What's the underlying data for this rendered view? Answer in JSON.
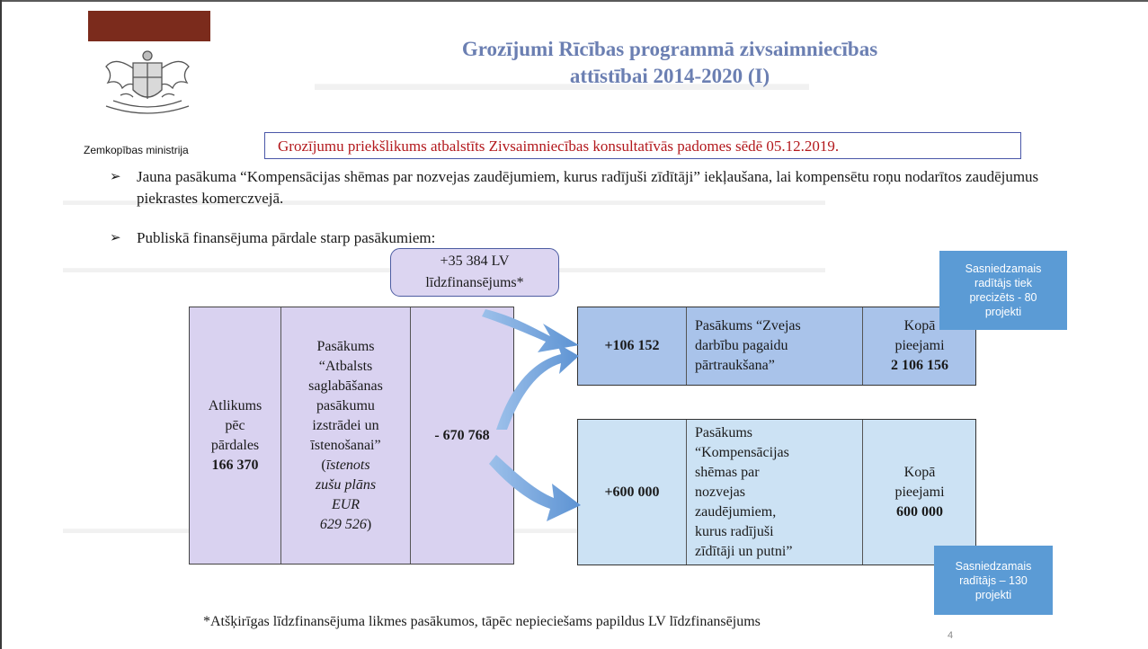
{
  "header": {
    "title_line1": "Grozījumi Rīcības programmā zivsaimniecības",
    "title_line2": "attīstībai 2014-2020 (I)",
    "ministry": "Zemkopības ministrija",
    "notice": "Grozījumu priekšlikums atbalstīts Zivsaimniecības konsultatīvās padomes sēdē 05.12.2019."
  },
  "bullets": [
    {
      "text": "Jauna pasākuma “Kompensācijas shēmas par nozvejas zaudējumiem, kurus radījuši zīdītāji” iekļaušana, lai kompensētu roņu nodarītos zaudējumus piekrastes komerczvejā."
    },
    {
      "text": "Publiskā finansējuma pārdale starp pasākumiem:"
    }
  ],
  "diagram": {
    "cofinancing": {
      "line1": "+35 384 LV",
      "line2": "līdzfinansējums*"
    },
    "source": {
      "balance_l1": "Atlikums",
      "balance_l2": "pēc",
      "balance_l3": "pārdales",
      "balance_value": "166 370",
      "measure_l1": "Pasākums",
      "measure_l2": "“Atbalsts",
      "measure_l3": "saglabāšanas",
      "measure_l4": "pasākumu",
      "measure_l5": "izstrādei un",
      "measure_l6": "īstenošanai”",
      "measure_i1": "īstenots",
      "measure_i2": "zušu plāns",
      "measure_i3": "EUR",
      "measure_i4": "629 526",
      "change": "- 670 768"
    },
    "target1": {
      "change": "+106 152",
      "name_l1": "Pasākums “Zvejas",
      "name_l2": "darbību pagaidu",
      "name_l3": "pārtraukšana”",
      "total_label_l1": "Kopā",
      "total_label_l2": "pieejami",
      "total_value": "2 106 156"
    },
    "target2": {
      "change": "+600 000",
      "name_l1": "Pasākums",
      "name_l2": "“Kompensācijas",
      "name_l3": "shēmas par",
      "name_l4": "nozvejas",
      "name_l5": "zaudējumiem,",
      "name_l6": "kurus radījuši",
      "name_l7": "zīdītāji un putni”",
      "total_label_l1": "Kopā",
      "total_label_l2": "pieejami",
      "total_value": "600 000"
    },
    "note1": {
      "l1": "Sasniedzamais",
      "l2": "radītājs tiek",
      "l3": "precizēts - 80",
      "l4": "projekti"
    },
    "note2": {
      "l1": "Sasniedzamais",
      "l2": "radītājs – 130",
      "l3": "projekti"
    }
  },
  "footnote": "*Atšķirīgas līdzfinansējuma likmes pasākumos, tāpēc nepieciešams papildus LV līdzfinansējums",
  "page_number": "4",
  "colors": {
    "title": "#6b7fb2",
    "notice_text": "#b3191d",
    "note_bg": "#5b9bd5",
    "arrow": "#6d9ed8"
  }
}
